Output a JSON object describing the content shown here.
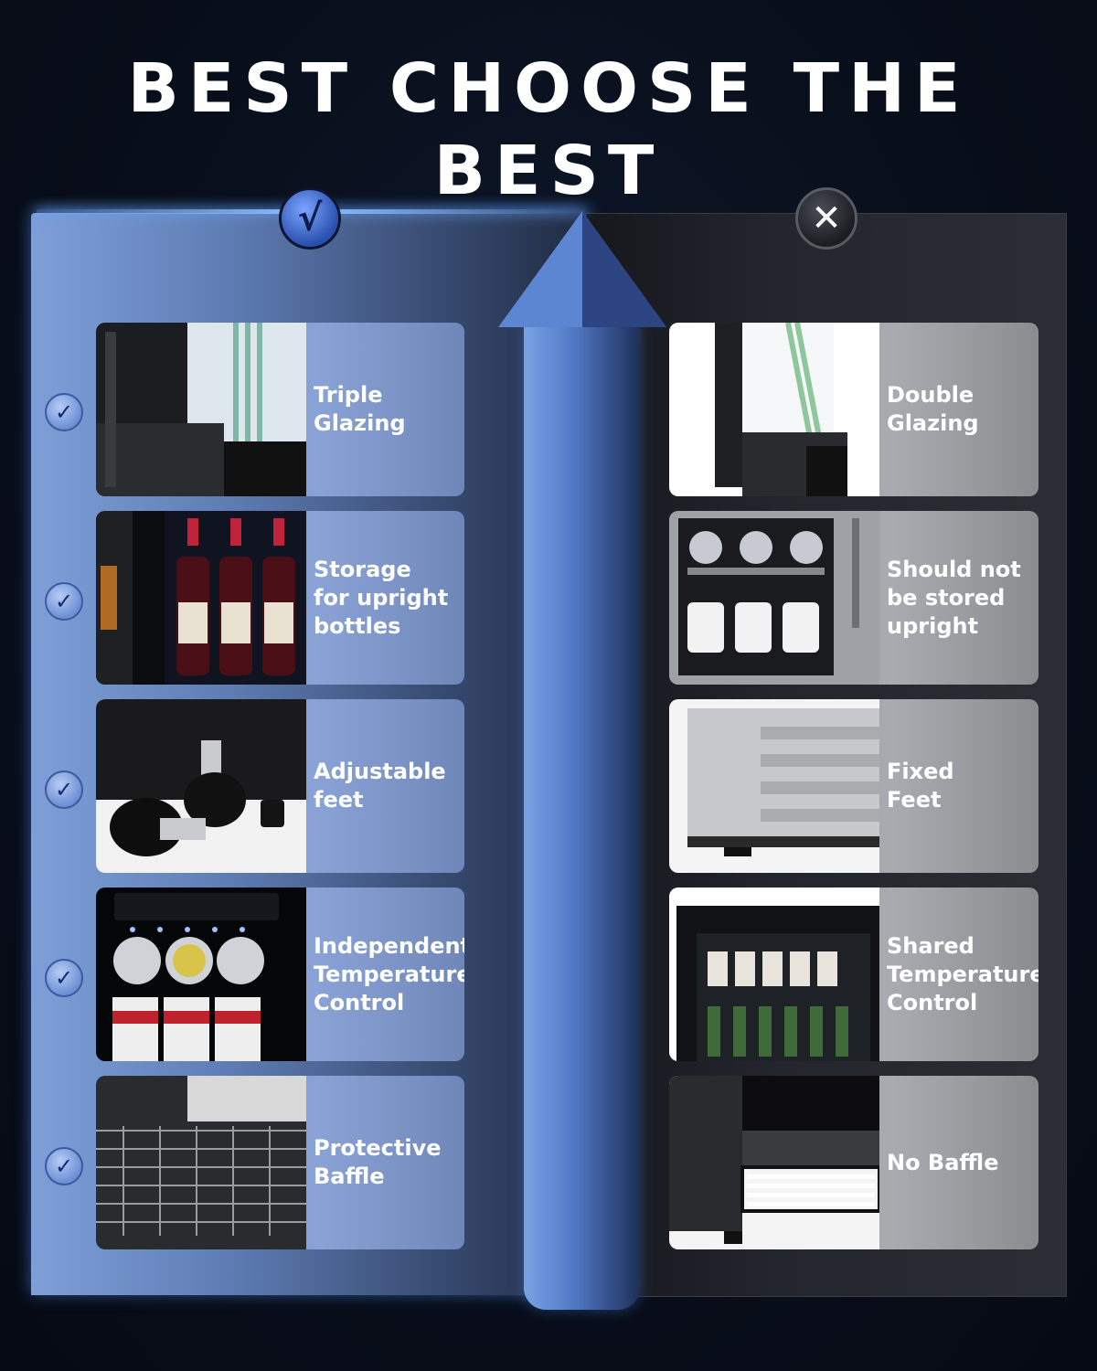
{
  "title": "BEST CHOOSE THE BEST",
  "badges": {
    "good": "√",
    "bad": "✕"
  },
  "left_items": [
    {
      "label": "Triple\nGlazing",
      "icon": "triple-glazing-window-image"
    },
    {
      "label": "Storage\nfor upright\nbottles",
      "icon": "upright-wine-bottles-image"
    },
    {
      "label": "Adjustable\nfeet",
      "icon": "adjustable-feet-image"
    },
    {
      "label": "Independent\nTemperature\nControl",
      "icon": "dual-zone-fridge-image"
    },
    {
      "label": "Protective\nBaffle",
      "icon": "protective-baffle-image"
    }
  ],
  "right_items": [
    {
      "label": "Double\nGlazing",
      "icon": "double-glazing-window-image"
    },
    {
      "label": "Should not\nbe stored\nupright",
      "icon": "lying-cans-fridge-image"
    },
    {
      "label": "Fixed\nFeet",
      "icon": "fixed-feet-image"
    },
    {
      "label": "Shared\nTemperature\nControl",
      "icon": "single-zone-fridge-image"
    },
    {
      "label": "No Baffle",
      "icon": "no-baffle-image"
    }
  ],
  "side_check_glyph": "✓",
  "colors": {
    "accent_blue": "#5d86d2",
    "background": "#080e1a"
  }
}
